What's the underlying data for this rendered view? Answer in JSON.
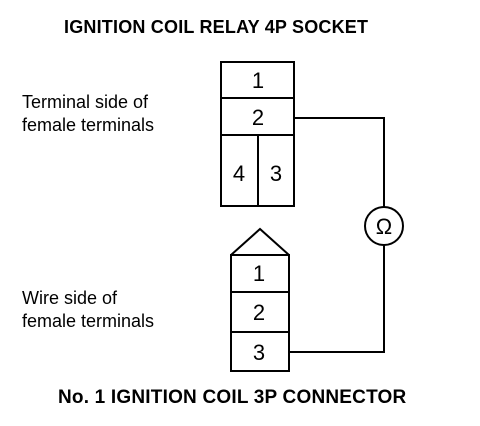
{
  "relay_socket": {
    "title": "IGNITION COIL RELAY 4P SOCKET",
    "side_label_line1": "Terminal side of",
    "side_label_line2": "female terminals",
    "terminals": [
      "1",
      "2",
      "4",
      "3"
    ]
  },
  "coil_connector": {
    "title": "No. 1 IGNITION COIL 3P CONNECTOR",
    "side_label_line1": "Wire side of",
    "side_label_line2": "female terminals",
    "terminals": [
      "1",
      "2",
      "3"
    ]
  },
  "meter": {
    "symbol": "Ω",
    "icon": "ohmmeter-icon"
  }
}
